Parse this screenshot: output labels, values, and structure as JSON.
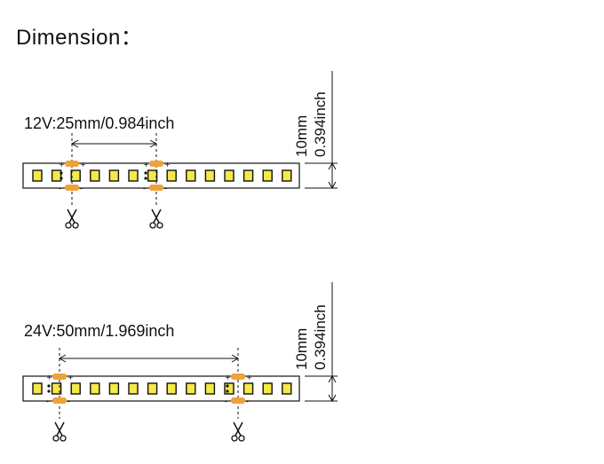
{
  "title": "Dimension：",
  "colors": {
    "led": "#f4e94a",
    "pad": "#f0a23a",
    "line": "#111111"
  },
  "icons": {
    "cut": "scissors-icon"
  },
  "strips": [
    {
      "cut_label": "12V:25mm/0.984inch",
      "width_mm": "10mm",
      "width_in": "0.394inch"
    },
    {
      "cut_label": "24V:50mm/1.969inch",
      "width_mm": "10mm",
      "width_in": "0.394inch"
    }
  ]
}
